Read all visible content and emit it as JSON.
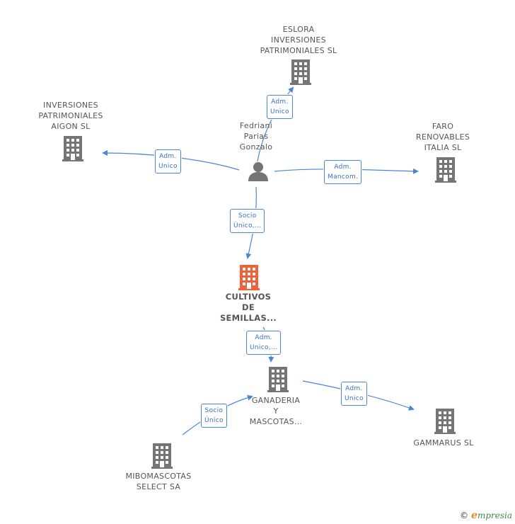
{
  "colors": {
    "building": "#757575",
    "main_building": "#f0613a",
    "edge": "#4a86d8",
    "badge_text": "#3670c4",
    "label": "#555555"
  },
  "nodes": {
    "eslora": {
      "lines": [
        "ESLORA",
        "INVERSIONES",
        "PATRIMONIALES SL"
      ],
      "icon": "building-icon"
    },
    "aigon": {
      "lines": [
        "INVERSIONES",
        "PATRIMONIALES",
        "AIGON SL"
      ],
      "icon": "building-icon"
    },
    "faro": {
      "lines": [
        "FARO",
        "RENOVABLES",
        "ITALIA SL"
      ],
      "icon": "building-icon"
    },
    "person": {
      "lines": [
        "Fedriani",
        "Parias",
        "Gonzalo"
      ],
      "icon": "person-icon"
    },
    "cultivos": {
      "lines": [
        "CULTIVOS",
        "DE",
        "SEMILLAS..."
      ],
      "icon": "building-icon"
    },
    "ganaderia": {
      "lines": [
        "GANADERIA",
        "Y",
        "MASCOTAS..."
      ],
      "icon": "building-icon"
    },
    "gammarus": {
      "lines": [
        "GAMMARUS SL"
      ],
      "icon": "building-icon"
    },
    "mibomascotas": {
      "lines": [
        "MIBOMASCOTAS",
        "SELECT SA"
      ],
      "icon": "building-icon"
    }
  },
  "edges": {
    "to_eslora": [
      "Adm.",
      "Unico"
    ],
    "to_aigon": [
      "Adm.",
      "Unico"
    ],
    "to_faro": [
      "Adm.",
      "Mancom."
    ],
    "to_cultivos": [
      "Socio",
      "Único,..."
    ],
    "to_ganaderia": [
      "Adm.",
      "Unico,..."
    ],
    "to_gammarus": [
      "Adm.",
      "Unico"
    ],
    "mibo_to_ganaderia": [
      "Socio",
      "Único"
    ]
  },
  "footer": {
    "copyright_symbol": "©",
    "brand_e": "e",
    "brand_rest": "mpresia"
  }
}
